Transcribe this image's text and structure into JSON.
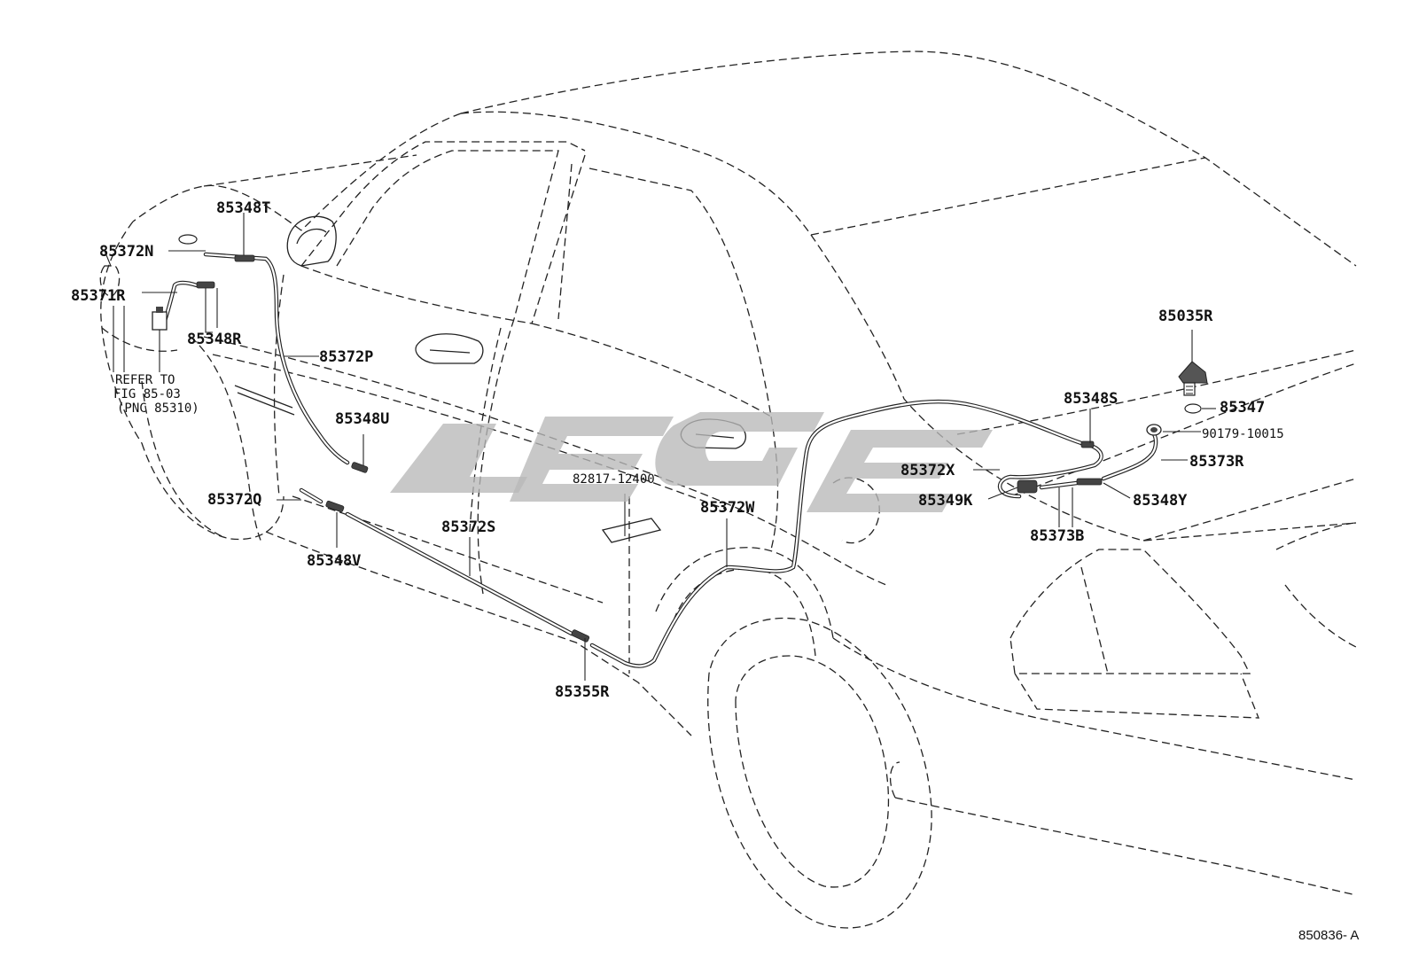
{
  "watermark": "LEGE",
  "figure_id": "850836- A",
  "note": {
    "line1": "REFER TO",
    "line2": "FIG 85-03",
    "line3": "(PNC 85310)"
  },
  "parts": [
    {
      "id": "p-85348T",
      "code": "85348T"
    },
    {
      "id": "p-85372N",
      "code": "85372N"
    },
    {
      "id": "p-85371R",
      "code": "85371R"
    },
    {
      "id": "p-85348R",
      "code": "85348R"
    },
    {
      "id": "p-85372P",
      "code": "85372P"
    },
    {
      "id": "p-85348U",
      "code": "85348U"
    },
    {
      "id": "p-85372Q",
      "code": "85372Q"
    },
    {
      "id": "p-85348V",
      "code": "85348V"
    },
    {
      "id": "p-85372S",
      "code": "85372S"
    },
    {
      "id": "p-82817",
      "code": "82817-12400"
    },
    {
      "id": "p-85372W",
      "code": "85372W"
    },
    {
      "id": "p-85355R",
      "code": "85355R"
    },
    {
      "id": "p-85348S",
      "code": "85348S"
    },
    {
      "id": "p-85372X",
      "code": "85372X"
    },
    {
      "id": "p-85349K",
      "code": "85349K"
    },
    {
      "id": "p-85373B",
      "code": "85373B"
    },
    {
      "id": "p-85348Y",
      "code": "85348Y"
    },
    {
      "id": "p-85373R",
      "code": "85373R"
    },
    {
      "id": "p-90179",
      "code": "90179-10015"
    },
    {
      "id": "p-85347",
      "code": "85347"
    },
    {
      "id": "p-85035R",
      "code": "85035R"
    }
  ]
}
